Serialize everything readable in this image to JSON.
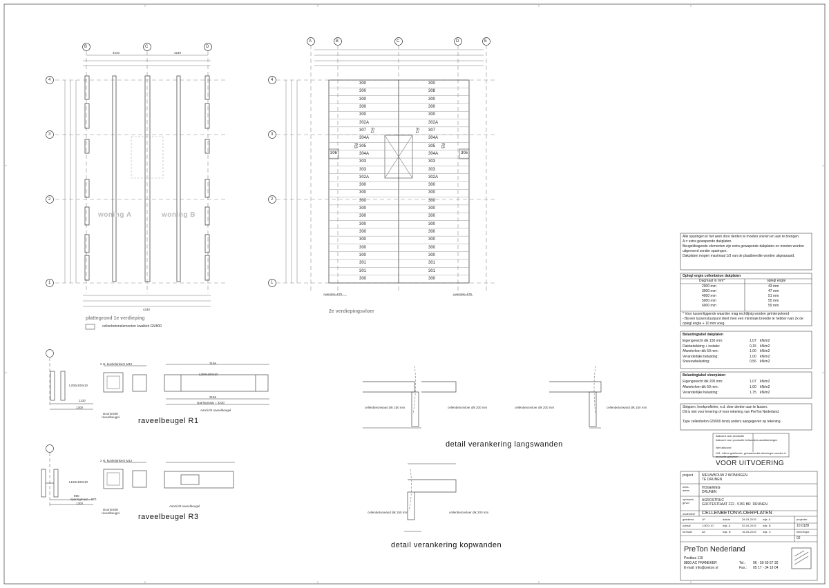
{
  "grid_axes": {
    "cols_left": [
      "B",
      "C",
      "D"
    ],
    "cols_right": [
      "A",
      "B",
      "C",
      "D",
      "E"
    ],
    "rows": [
      "4",
      "3",
      "2",
      "1"
    ]
  },
  "plan_left": {
    "woning_a": "woning A",
    "woning_b": "woning B",
    "title": "plattegrond 1e verdieping",
    "legend": "cellenbetonelementen kwaliteit G5/800",
    "top_dims": [
      "4240",
      "4240"
    ],
    "bottom_dims": [
      "4240"
    ]
  },
  "plan_right": {
    "title": "2e verdiepingsvloer",
    "overstek_left": "overstek=675",
    "overstek_right": "overstek=675",
    "slabs_left": [
      "300",
      "300",
      "300",
      "300",
      "300",
      "302A",
      "307",
      "304A",
      "305",
      "304A",
      "303",
      "303",
      "302A",
      "300",
      "300",
      "300",
      "300",
      "300",
      "300",
      "300",
      "300",
      "300",
      "300",
      "301",
      "301",
      "300"
    ],
    "slabs_right": [
      "300",
      "308",
      "300",
      "300",
      "300",
      "302A",
      "307",
      "304A",
      "305",
      "304A",
      "303",
      "303",
      "302A",
      "300",
      "300",
      "300",
      "300",
      "300",
      "300",
      "300",
      "300",
      "300",
      "300",
      "301",
      "301",
      "300"
    ],
    "side_left": "306",
    "side_right": "306",
    "r1": "R1",
    "r3": "R3"
  },
  "details": {
    "r1_caption": "raveelbeugel  R1",
    "r3_caption": "raveelbeugel  R3",
    "doorsnede": "Doorsnede raveelbeugel",
    "aanzicht": "Aanzicht raveelbeugel",
    "langswanden_caption": "detail  verankering  langswanden",
    "kopwanden_caption": "detail  verankering  kopwanden",
    "ankers": "2 st. kunkelankers M12",
    "l_profile_r1": "L200x100x10",
    "l_profile_r3": "L150x100x10",
    "sparing_r1": "sparingmaat = 3230",
    "sparing_r3": "sparingmaat = 870",
    "dim_3166": "3166",
    "dim_1300": "1300",
    "dim_1130": "1130",
    "dim_890": "890",
    "wall_label": "cellenbetonwand dik 150 mm",
    "floor_label": "cellenbetonvloer dik 200 mm"
  },
  "notes": {
    "general": "Alle sparingen in het werk door derden te moeten voeren en aan te brengen.\nA = extra gewapende dakplaten.\nBeugeldragende elementen zijn extra gewapende dakplaten en moeten worden uitgevoerd zonder sparingen.\nDakplaten mogen maximaal 1/3 van de plaatbreedte worden uitgespaard.",
    "oplegtable_title": "Oplegl engte cellenbeton dakplaten",
    "opleg_head_left": "Dagmaat in mm*",
    "opleg_head_right": "oplegl engte",
    "opleg_rows": [
      [
        "2000 mm",
        "43 mm"
      ],
      [
        "3000 mm",
        "47 mm"
      ],
      [
        "4000 mm",
        "51 mm"
      ],
      [
        "5000 mm",
        "55 mm"
      ],
      [
        "6000 mm",
        "59 mm"
      ]
    ],
    "opleg_foot": "* Voor tussenliggende waarden mag rechtlijnig worden geïnterpoleerd\n- Bij een tussenstuurpunt dient men een minimale breedte te hebben van 2x de oplegl engte + 10 mm voeg.",
    "bel_dak_title": "Belastingtabel dakplaten",
    "bel_dak_rows": [
      [
        "Eigengewicht dik 150 mm:",
        "1,07",
        "kN/m2"
      ],
      [
        "Dakbedekking + isolatie:",
        "0,15",
        "kN/m2"
      ],
      [
        "Afwerkvloer dik 50 mm:",
        "1,00",
        "kN/m2"
      ],
      [
        "Veranderlijke belasting:",
        "1,00",
        "kN/m2"
      ],
      [
        "Sneeuwbelasting:",
        "0,56",
        "kN/m2"
      ]
    ],
    "bel_vloer_title": "Belastingtabel vloerplaten",
    "bel_vloer_rows": [
      [
        "Eigengewicht dik 200 mm:",
        "1,07",
        "kN/m2"
      ],
      [
        "Afwerkvloer dik 50 mm:",
        "1,00",
        "kN/m2"
      ],
      [
        "Veranderlijke belasting:",
        "1,75",
        "kN/m2"
      ]
    ],
    "extra": "Strippen, hoekprofielen, e.d. door derden aan te lassen.\nDit is niet voor levering of voor rekening van PreTon Nederland.\n\nType cellenbeton G5/600 tenzij anders aangegeven op tekening."
  },
  "stamp": {
    "r1": "Akkoord voor productie",
    "r2": "Akkoord voor productie behoudens aantekeningen",
    "r3": "Niet akkoord",
    "nb": "N.B.: Alleen getekende, gewaarmerkte tekeningen worden in productie genomen"
  },
  "status": "VOOR UITVOERING",
  "project": {
    "l_project": "project",
    "v_project": "NIEUWBOUW 2 WONINGEN\nTE DRUNEN",
    "l_adres": "werk-\nadres",
    "v_adres": "HOGEWEG\nDRUNEN",
    "l_opdr": "opdracht-\ngever",
    "v_opdr": "AGROSTRUC\nGROTESTRAAT 222 - 5151 BR  DRUNEN",
    "l_onder": "onderdeel",
    "v_onder": "CELLENBETONVLOERPLATEN",
    "rows": [
      [
        "getekend",
        "LP",
        "datum",
        "28-03-2019",
        "wijz. A",
        ""
      ],
      [
        "schaal",
        "1:50/1:10",
        "wijz. A",
        "02-04-2019",
        "wijz. B",
        ""
      ],
      [
        "formaat",
        "A0",
        "wijz. B",
        "16-04-2019",
        "wijz. C",
        ""
      ]
    ],
    "projectnr_label": "projectnr.",
    "projectnr": "10.0128",
    "tekeningnr_label": "tekeningnr.",
    "tekeningnr": "02"
  },
  "company": {
    "name": "PreTon Nederland",
    "addr1": "Postbus 119",
    "addr2": "8800 AC  FRANEKER",
    "email": "E-mail:   info@preton.nl",
    "tel_label": "Tel.:",
    "tel": "06 - 50 69 57 30",
    "fax_label": "Fax.:",
    "fax": "05 17 - 34 19 04"
  }
}
